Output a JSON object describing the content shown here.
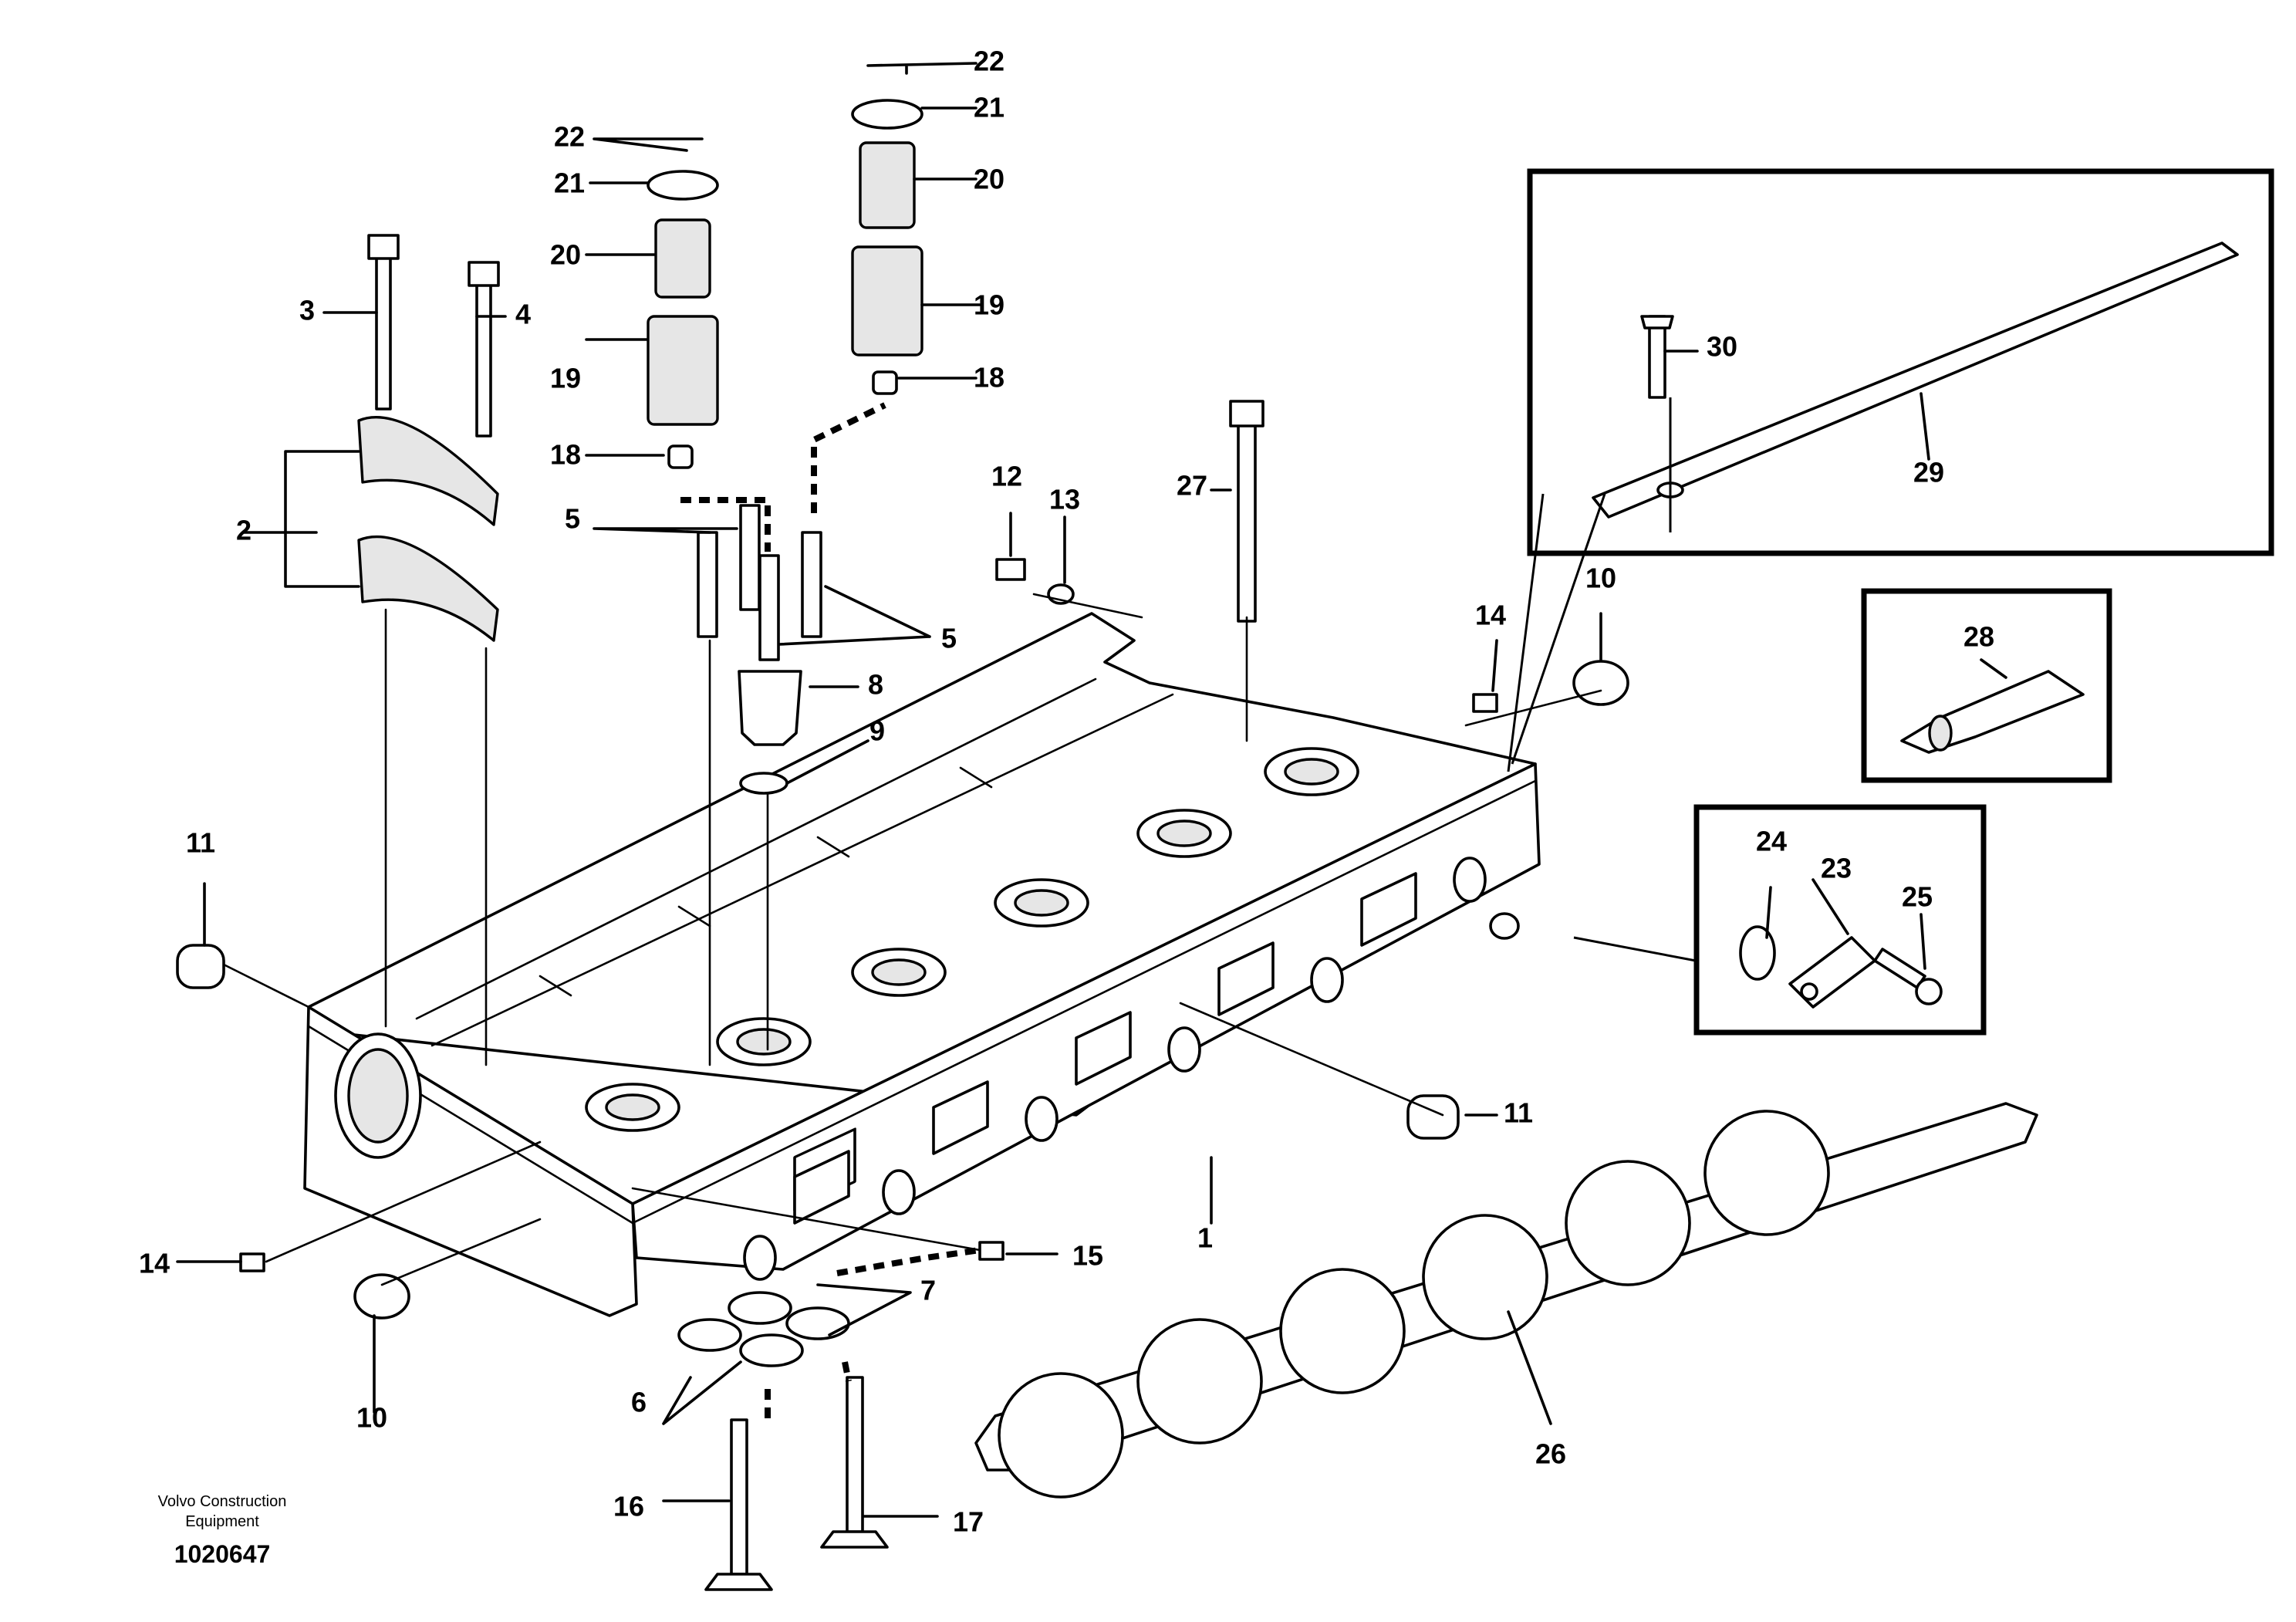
{
  "diagram": {
    "callouts": [
      {
        "key": "c1",
        "text": "1"
      },
      {
        "key": "c2",
        "text": "2"
      },
      {
        "key": "c3",
        "text": "3"
      },
      {
        "key": "c4",
        "text": "4"
      },
      {
        "key": "c5a",
        "text": "5"
      },
      {
        "key": "c5b",
        "text": "5"
      },
      {
        "key": "c6",
        "text": "6"
      },
      {
        "key": "c7",
        "text": "7"
      },
      {
        "key": "c8",
        "text": "8"
      },
      {
        "key": "c9",
        "text": "9"
      },
      {
        "key": "c10a",
        "text": "10"
      },
      {
        "key": "c10b",
        "text": "10"
      },
      {
        "key": "c11a",
        "text": "11"
      },
      {
        "key": "c11b",
        "text": "11"
      },
      {
        "key": "c12",
        "text": "12"
      },
      {
        "key": "c13",
        "text": "13"
      },
      {
        "key": "c14a",
        "text": "14"
      },
      {
        "key": "c14b",
        "text": "14"
      },
      {
        "key": "c15",
        "text": "15"
      },
      {
        "key": "c16",
        "text": "16"
      },
      {
        "key": "c17",
        "text": "17"
      },
      {
        "key": "c18a",
        "text": "18"
      },
      {
        "key": "c18b",
        "text": "18"
      },
      {
        "key": "c19a",
        "text": "19"
      },
      {
        "key": "c19b",
        "text": "19"
      },
      {
        "key": "c20a",
        "text": "20"
      },
      {
        "key": "c20b",
        "text": "20"
      },
      {
        "key": "c21a",
        "text": "21"
      },
      {
        "key": "c21b",
        "text": "21"
      },
      {
        "key": "c22a",
        "text": "22"
      },
      {
        "key": "c22b",
        "text": "22"
      },
      {
        "key": "c23",
        "text": "23"
      },
      {
        "key": "c24",
        "text": "24"
      },
      {
        "key": "c25",
        "text": "25"
      },
      {
        "key": "c26",
        "text": "26"
      },
      {
        "key": "c27",
        "text": "27"
      },
      {
        "key": "c28",
        "text": "28"
      },
      {
        "key": "c29",
        "text": "29"
      },
      {
        "key": "c30",
        "text": "30"
      }
    ]
  },
  "footer": {
    "brand_line1": "Volvo Construction",
    "brand_line2": "Equipment",
    "drawing_number": "1020647"
  }
}
